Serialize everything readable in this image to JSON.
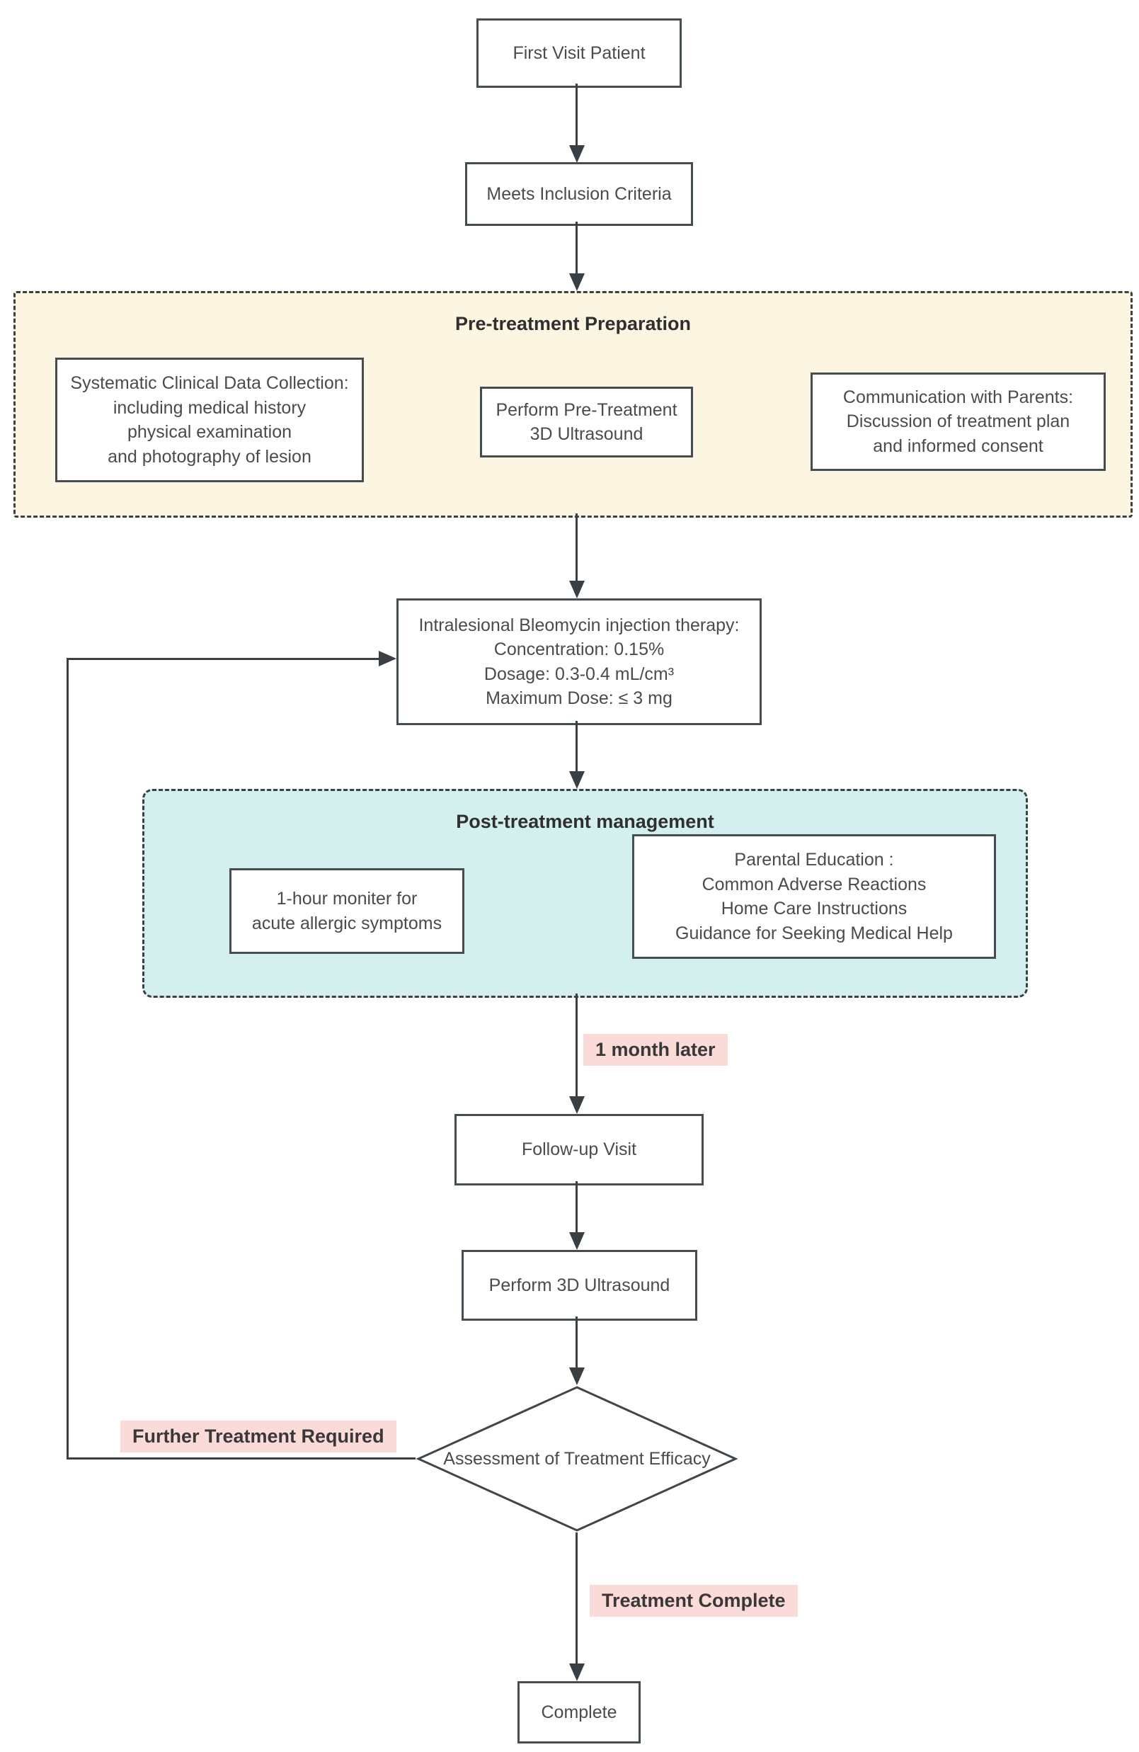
{
  "flow": {
    "first_visit": {
      "label": "First Visit Patient"
    },
    "meets_criteria": {
      "label": "Meets Inclusion Criteria"
    },
    "pre_treatment": {
      "title": "Pre-treatment Preparation",
      "systematic": {
        "lines": [
          "Systematic Clinical Data Collection:",
          "including medical history",
          "physical examination",
          "and photography of lesion"
        ]
      },
      "pre_ultrasound": {
        "lines": [
          "Perform Pre-Treatment",
          "3D Ultrasound"
        ]
      },
      "communication": {
        "lines": [
          "Communication with Parents:",
          "Discussion of treatment plan",
          "and informed consent"
        ]
      }
    },
    "injection": {
      "lines": [
        "Intralesional Bleomycin injection therapy:",
        "Concentration: 0.15%",
        "Dosage: 0.3-0.4 mL/cm³",
        "Maximum Dose: ≤ 3 mg"
      ]
    },
    "post_treatment": {
      "title": "Post-treatment management",
      "monitor": {
        "lines": [
          "1-hour moniter for",
          "acute allergic symptoms"
        ]
      },
      "parental": {
        "lines": [
          "Parental Education :",
          "Common Adverse Reactions",
          "Home Care Instructions",
          "Guidance for Seeking Medical Help"
        ]
      }
    },
    "one_month_label": "1 month later",
    "follow_up": {
      "label": "Follow-up Visit"
    },
    "ultrasound_followup": {
      "label": "Perform 3D Ultrasound"
    },
    "assessment": {
      "label": "Assessment of Treatment Efficacy"
    },
    "further_treatment_label": "Further Treatment Required",
    "treatment_complete_label": "Treatment Complete",
    "complete": {
      "label": "Complete"
    }
  },
  "colors": {
    "pre_treatment_fill": "#FBF5E1",
    "post_treatment_fill": "#D3F0EE",
    "edge_label_fill": "#FBDBD8",
    "box_border": "#454C52",
    "arrow": "#3A3F43",
    "text": "#4B4B4B"
  }
}
